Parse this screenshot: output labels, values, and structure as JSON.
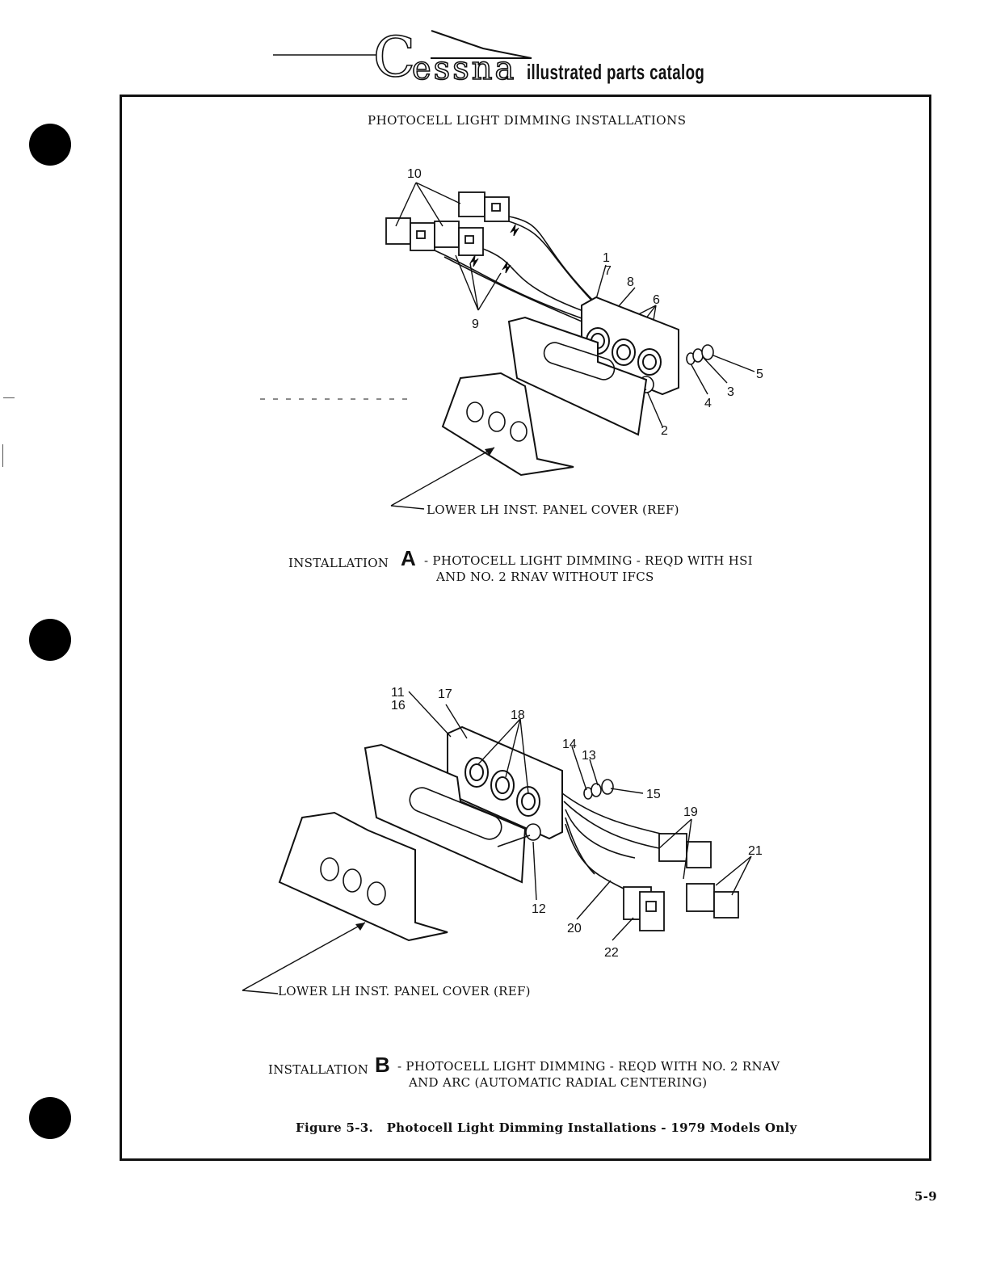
{
  "header": {
    "brand": "essna",
    "brand_initial": "C",
    "catalog_label": "illustrated parts catalog"
  },
  "figure": {
    "title": "PHOTOCELL LIGHT DIMMING INSTALLATIONS",
    "installation_a": {
      "prefix": "INSTALLATION",
      "letter": "A",
      "line1": "- PHOTOCELL LIGHT DIMMING - REQD WITH HSI",
      "line2": "AND NO. 2 RNAV WITHOUT IFCS",
      "ref_label": "LOWER LH INST. PANEL COVER (REF)",
      "callouts": [
        "10",
        "9",
        "1",
        "7",
        "8",
        "6",
        "5",
        "3",
        "4",
        "2"
      ]
    },
    "installation_b": {
      "prefix": "INSTALLATION",
      "letter": "B",
      "line1": "- PHOTOCELL LIGHT DIMMING - REQD WITH NO. 2 RNAV",
      "line2": "AND ARC (AUTOMATIC RADIAL CENTERING)",
      "ref_label": "LOWER LH INST. PANEL COVER (REF)",
      "callouts": [
        "11",
        "16",
        "17",
        "18",
        "14",
        "13",
        "15",
        "19",
        "21",
        "12",
        "20",
        "22"
      ]
    },
    "caption": "Figure 5-3.   Photocell Light Dimming Installations - 1979 Models Only"
  },
  "page_number": "5-9"
}
